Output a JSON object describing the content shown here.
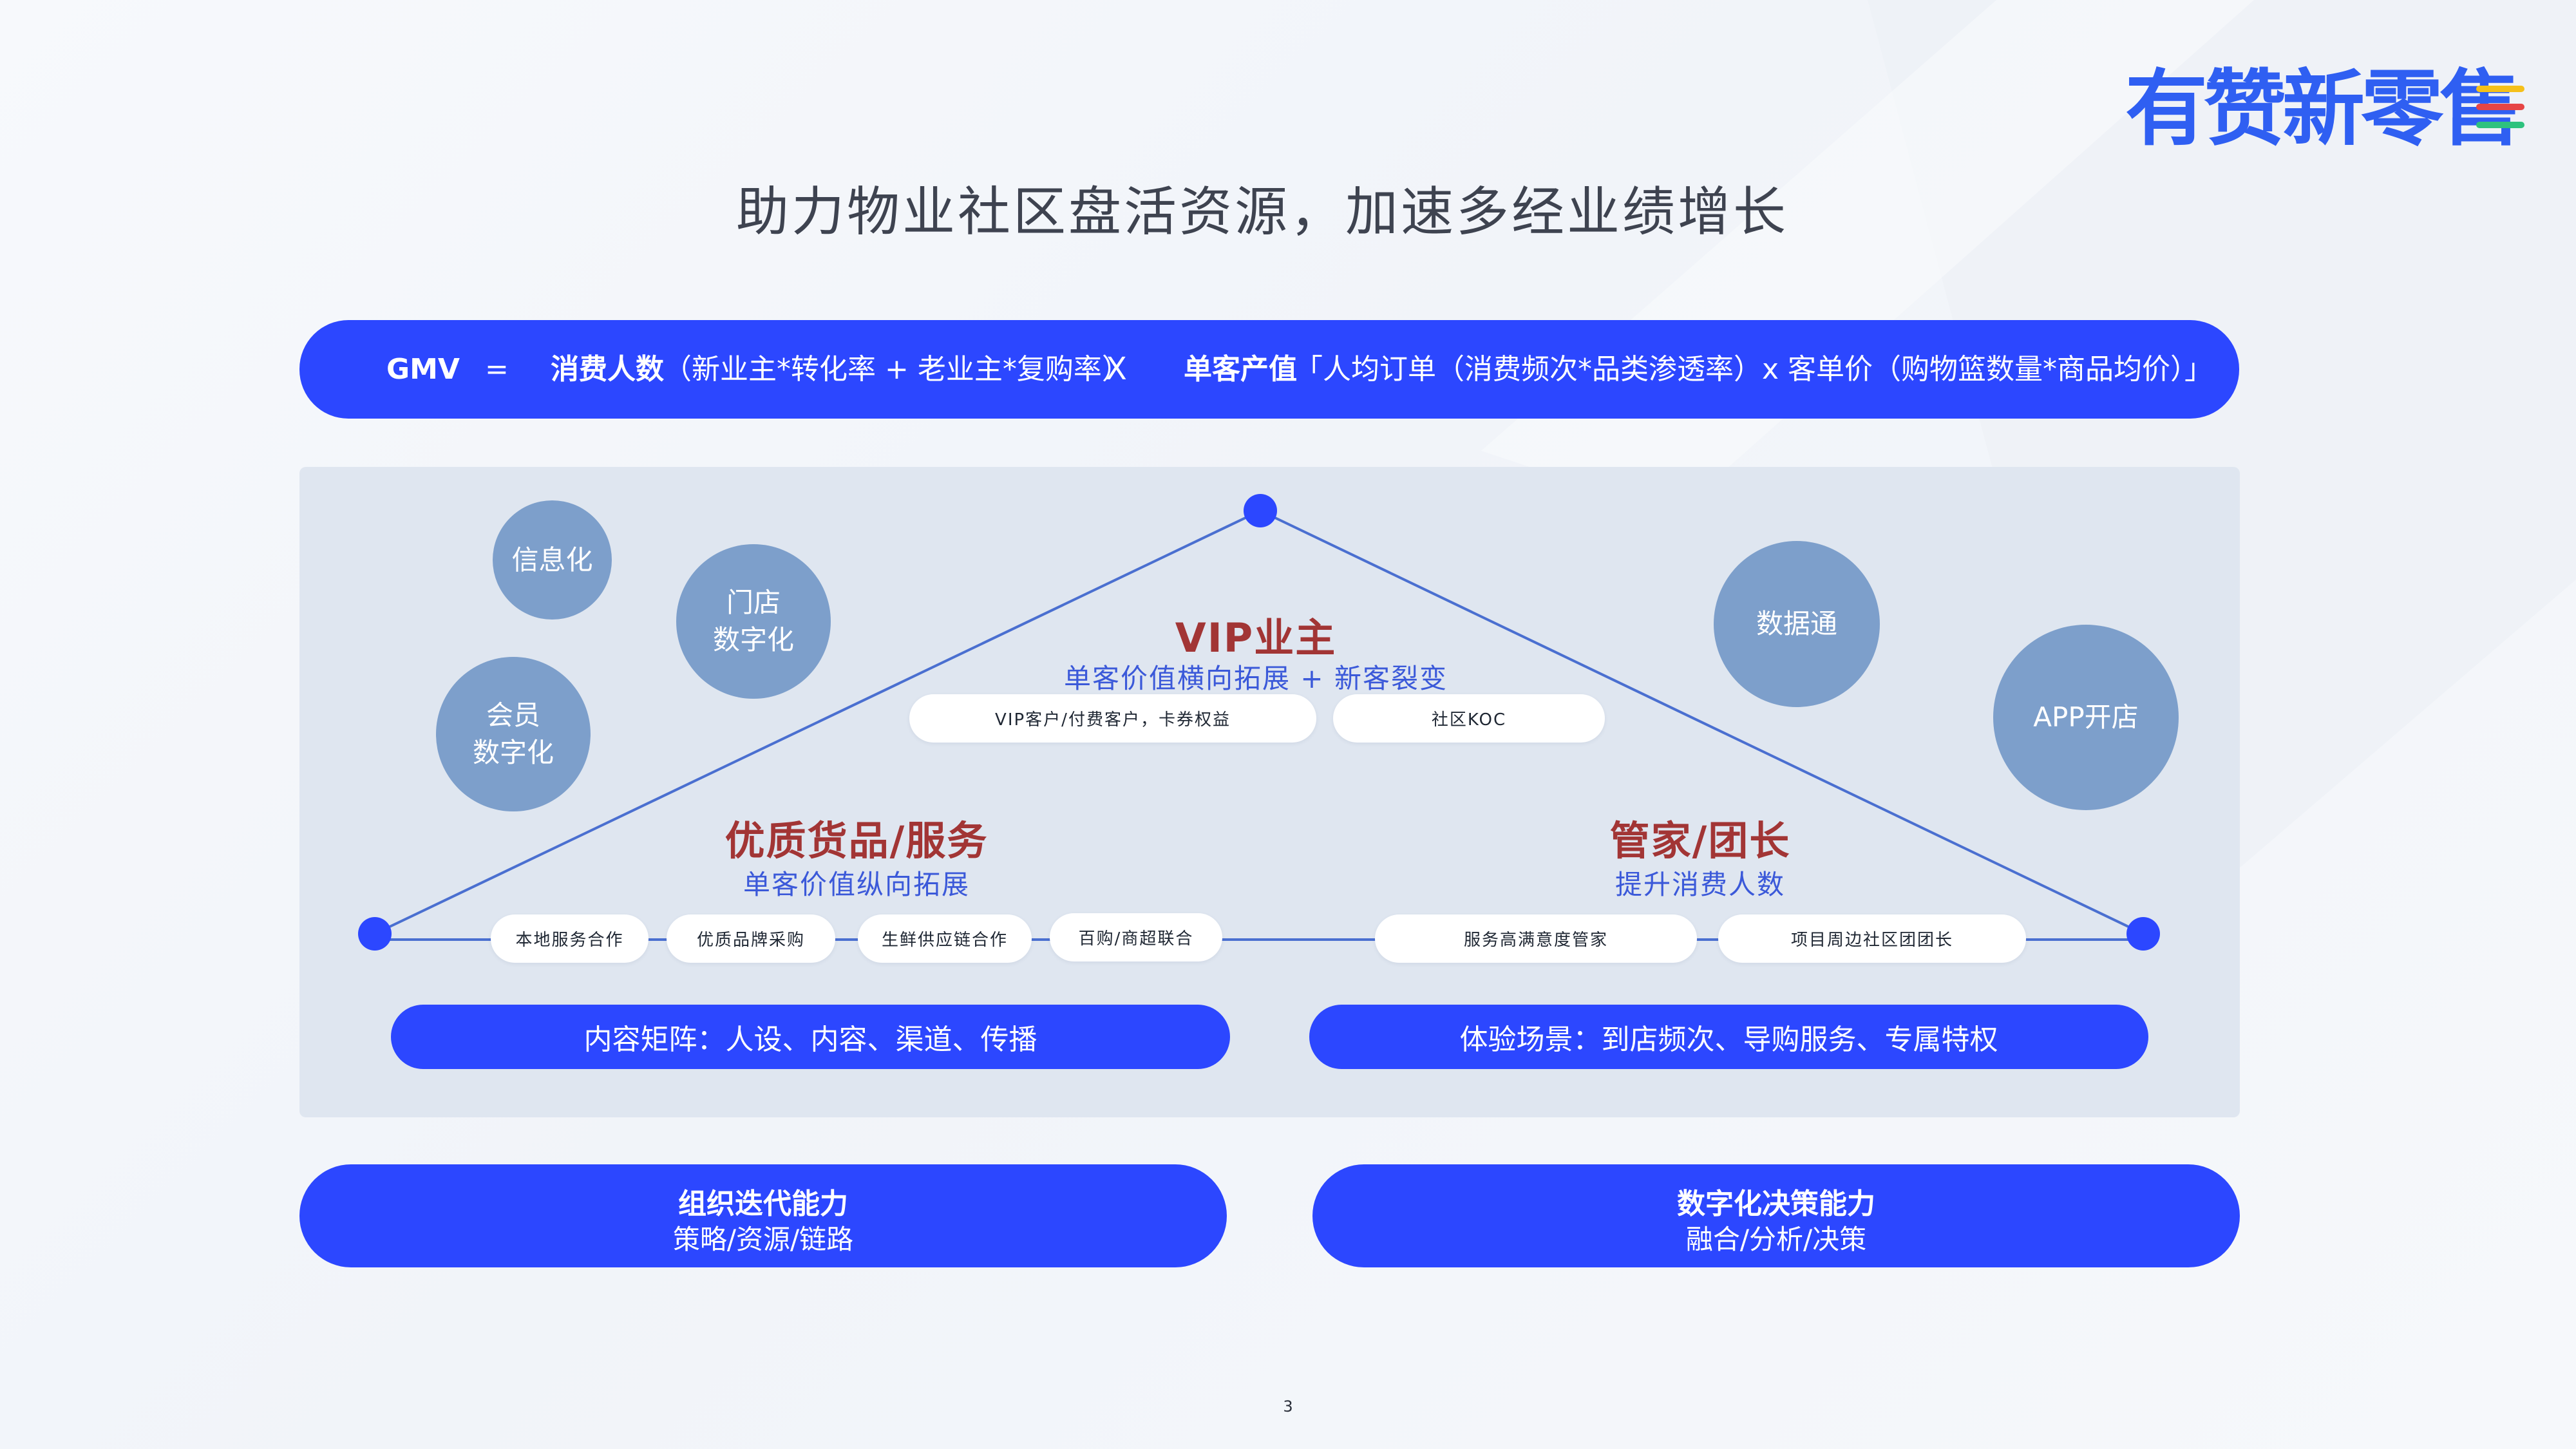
{
  "logo": {
    "text": "有赞新零售",
    "colors": [
      "#f5c01a",
      "#e64545",
      "#2ec27e"
    ]
  },
  "title": "助力物业社区盘活资源，加速多经业绩增长",
  "formula": {
    "gmv": "GMV",
    "eq": "=",
    "term1_bold": "消费人数",
    "term1_rest": "（新业主*转化率 + 老业主*复购率）",
    "times": "X",
    "term2_bold": "单客产值",
    "term2_rest": "「人均订单（消费频次*品类渗透率）x 客单价（购物篮数量*商品均价）」"
  },
  "circles": {
    "info": "信息化",
    "store_l1": "门店",
    "store_l2": "数字化",
    "member_l1": "会员",
    "member_l2": "数字化",
    "data": "数据通",
    "app": "APP开店"
  },
  "vip": {
    "title": "VIP业主",
    "subtitle": "单客价值横向拓展 + 新客裂变",
    "tags": [
      "VIP客户/付费客户，卡券权益",
      "社区KOC"
    ]
  },
  "quality": {
    "title": "优质货品/服务",
    "subtitle": "单客价值纵向拓展",
    "tags": [
      "本地服务合作",
      "优质品牌采购",
      "生鲜供应链合作",
      "百购/商超联合"
    ]
  },
  "steward": {
    "title": "管家/团长",
    "subtitle": "提升消费人数",
    "tags": [
      "服务高满意度管家",
      "项目周边社区团团长"
    ]
  },
  "content_matrix": "内容矩阵：人设、内容、渠道、传播",
  "experience": "体验场景：到店频次、导购服务、专属特权",
  "org": {
    "title": "组织迭代能力",
    "sub": "策略/资源/链路"
  },
  "digital": {
    "title": "数字化决策能力",
    "sub": "融合/分析/决策"
  },
  "page_number": "3",
  "colors": {
    "primary_blue": "#2c47ff",
    "circle_blue": "#7d9fcb",
    "heading_red": "#a23535",
    "panel": "#dfe6f0"
  }
}
